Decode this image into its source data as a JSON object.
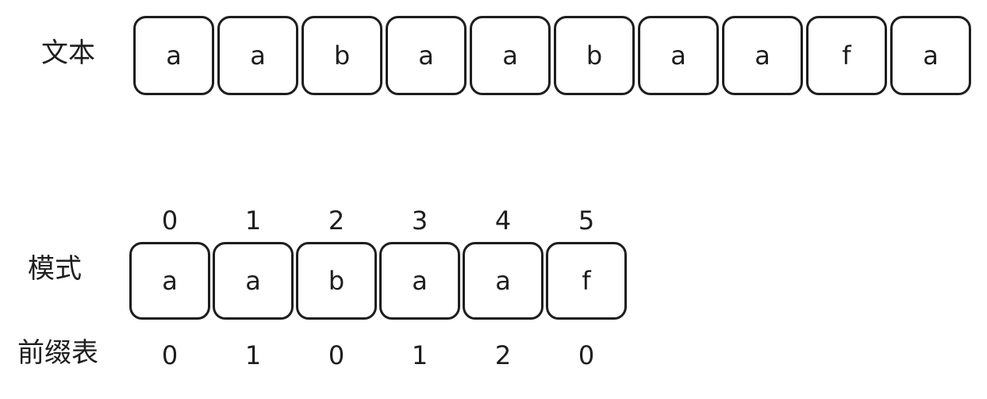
{
  "labels": {
    "text_row": "文本",
    "pattern_row": "模式",
    "prefix_row": "前缀表"
  },
  "text_chars": [
    "a",
    "a",
    "b",
    "a",
    "a",
    "b",
    "a",
    "a",
    "f",
    "a"
  ],
  "pattern_indices": [
    "0",
    "1",
    "2",
    "3",
    "4",
    "5"
  ],
  "pattern_chars": [
    "a",
    "a",
    "b",
    "a",
    "a",
    "f"
  ],
  "prefix_table": [
    "0",
    "1",
    "0",
    "1",
    "2",
    "0"
  ]
}
